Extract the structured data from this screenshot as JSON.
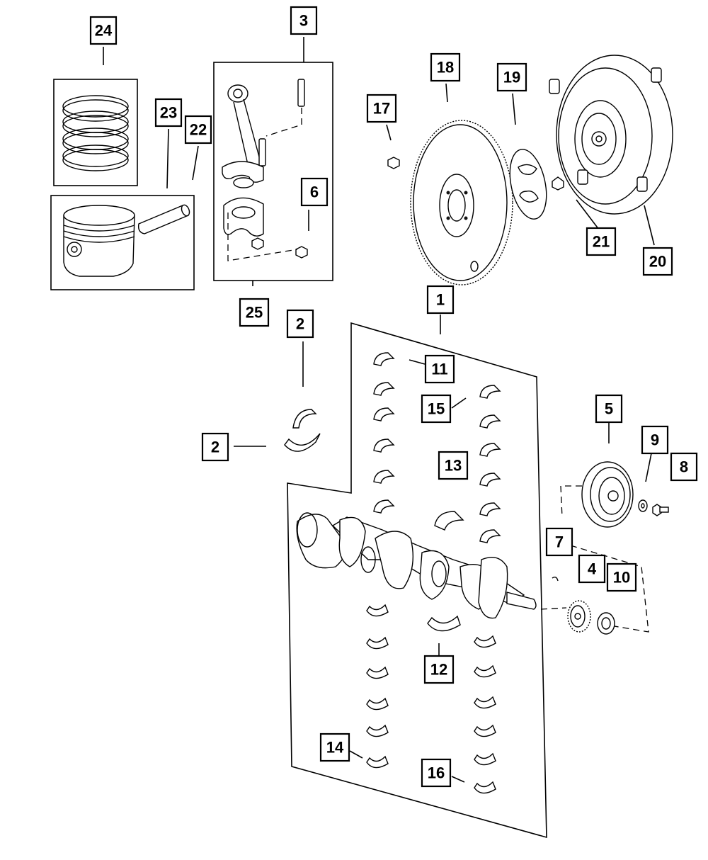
{
  "diagram": {
    "colors": {
      "line": "#000000",
      "background": "#ffffff"
    },
    "callouts": [
      {
        "id": "24",
        "label": "24"
      },
      {
        "id": "3",
        "label": "3"
      },
      {
        "id": "23",
        "label": "23"
      },
      {
        "id": "22",
        "label": "22"
      },
      {
        "id": "6",
        "label": "6"
      },
      {
        "id": "25",
        "label": "25"
      },
      {
        "id": "18",
        "label": "18"
      },
      {
        "id": "19",
        "label": "19"
      },
      {
        "id": "17",
        "label": "17"
      },
      {
        "id": "21",
        "label": "21"
      },
      {
        "id": "20",
        "label": "20"
      },
      {
        "id": "1",
        "label": "1"
      },
      {
        "id": "2a",
        "label": "2"
      },
      {
        "id": "2b",
        "label": "2"
      },
      {
        "id": "11",
        "label": "11"
      },
      {
        "id": "15",
        "label": "15"
      },
      {
        "id": "13",
        "label": "13"
      },
      {
        "id": "5",
        "label": "5"
      },
      {
        "id": "9",
        "label": "9"
      },
      {
        "id": "8",
        "label": "8"
      },
      {
        "id": "7",
        "label": "7"
      },
      {
        "id": "4",
        "label": "4"
      },
      {
        "id": "10",
        "label": "10"
      },
      {
        "id": "12",
        "label": "12"
      },
      {
        "id": "14",
        "label": "14"
      },
      {
        "id": "16",
        "label": "16"
      }
    ]
  }
}
